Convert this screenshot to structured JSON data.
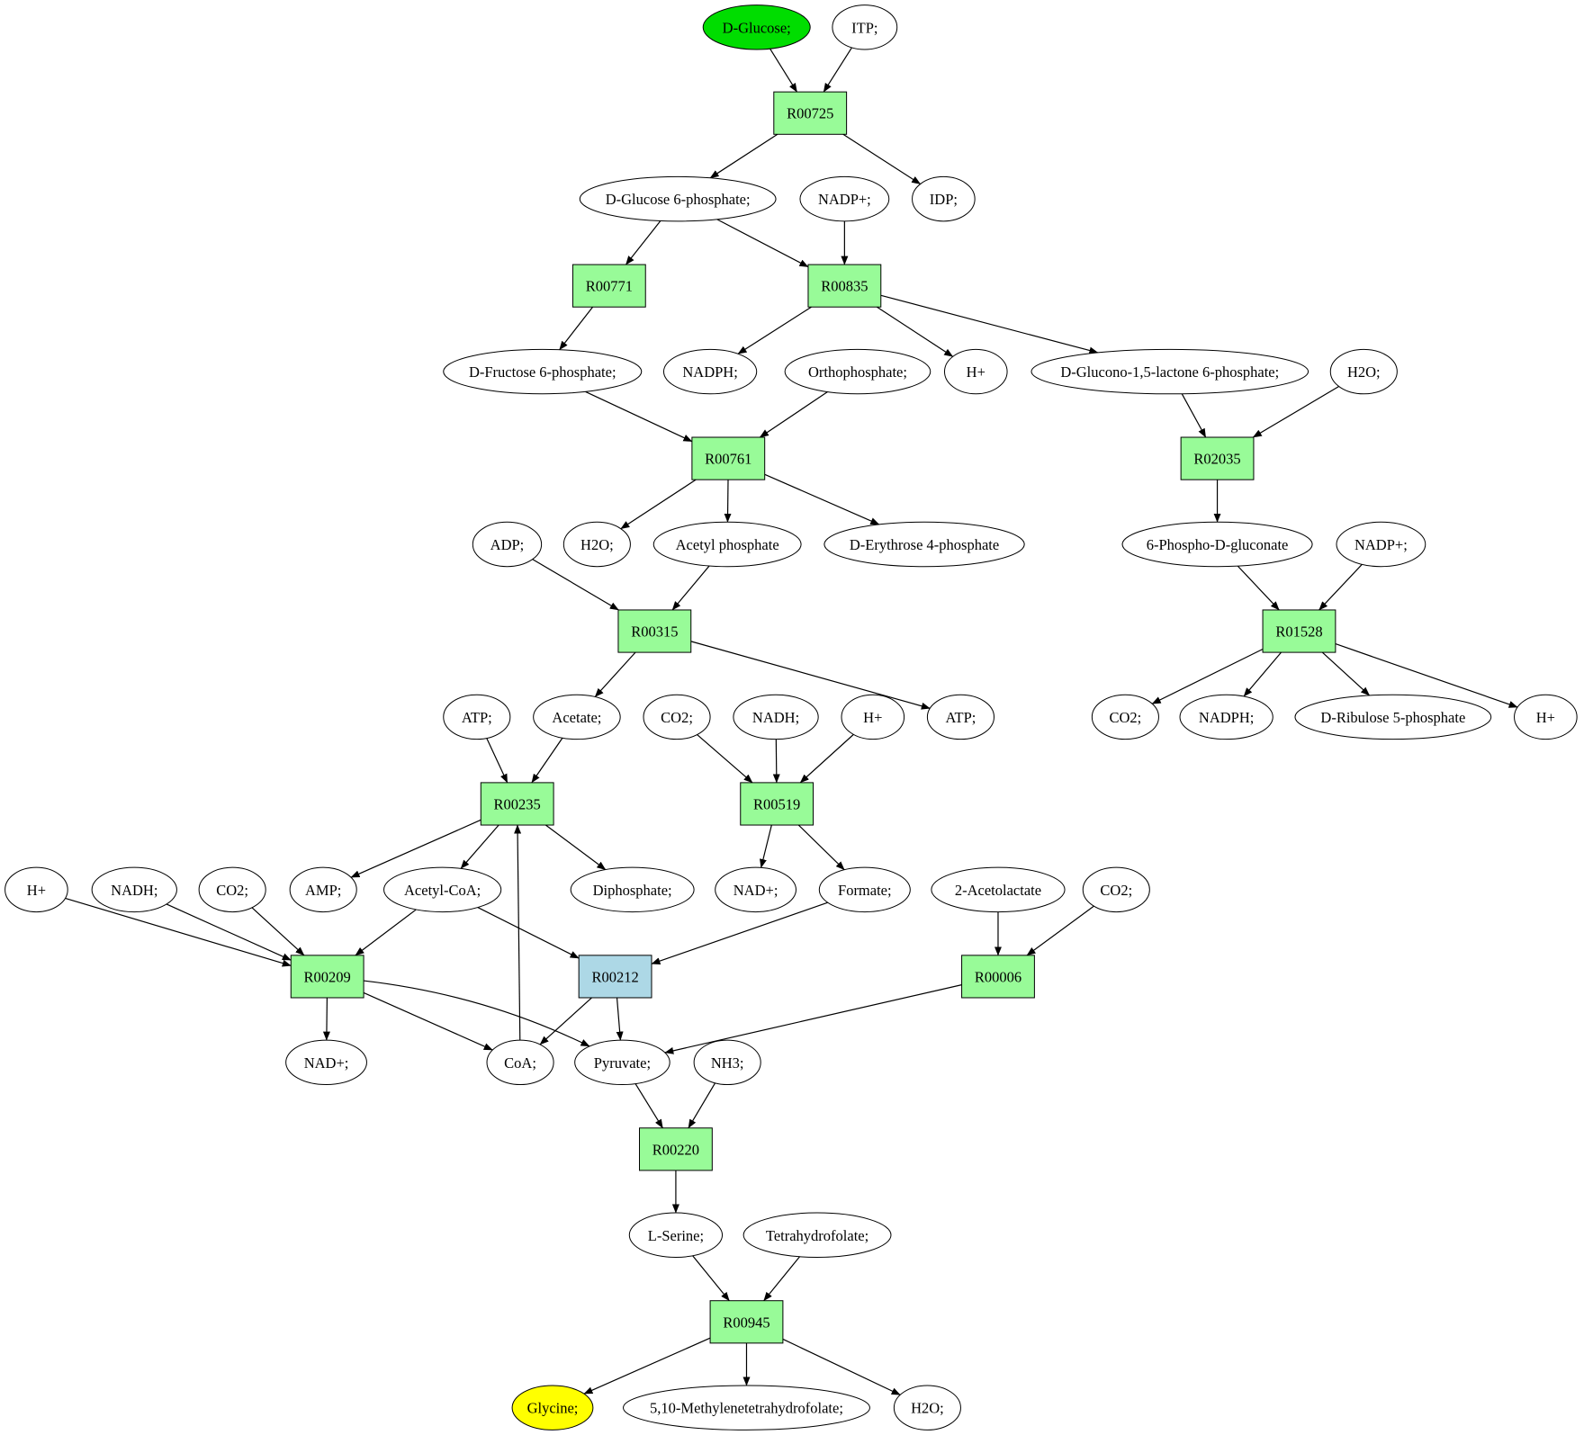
{
  "colors": {
    "reaction": "#98fb98",
    "reaction_highlight": "#add8e6",
    "source": "#00dd00",
    "target": "#ffff00",
    "compound": "#ffffff",
    "stroke": "#000000"
  },
  "nodes": [
    {
      "id": "c_dglucose",
      "label": "D-Glucose;",
      "kind": "compound",
      "role": "source"
    },
    {
      "id": "c_itp",
      "label": "ITP;",
      "kind": "compound"
    },
    {
      "id": "r_R00725",
      "label": "R00725",
      "kind": "reaction"
    },
    {
      "id": "c_g6p",
      "label": "D-Glucose 6-phosphate;",
      "kind": "compound"
    },
    {
      "id": "c_nadp1",
      "label": "NADP+;",
      "kind": "compound"
    },
    {
      "id": "c_idp",
      "label": "IDP;",
      "kind": "compound"
    },
    {
      "id": "r_R00771",
      "label": "R00771",
      "kind": "reaction"
    },
    {
      "id": "r_R00835",
      "label": "R00835",
      "kind": "reaction"
    },
    {
      "id": "c_f6p",
      "label": "D-Fructose 6-phosphate;",
      "kind": "compound"
    },
    {
      "id": "c_nadph1",
      "label": "NADPH;",
      "kind": "compound"
    },
    {
      "id": "c_ortho",
      "label": "Orthophosphate;",
      "kind": "compound"
    },
    {
      "id": "c_hplus1",
      "label": "H+",
      "kind": "compound"
    },
    {
      "id": "c_glucono",
      "label": "D-Glucono-1,5-lactone 6-phosphate;",
      "kind": "compound"
    },
    {
      "id": "c_h2o1",
      "label": "H2O;",
      "kind": "compound"
    },
    {
      "id": "r_R00761",
      "label": "R00761",
      "kind": "reaction"
    },
    {
      "id": "r_R02035",
      "label": "R02035",
      "kind": "reaction"
    },
    {
      "id": "c_adp",
      "label": "ADP;",
      "kind": "compound"
    },
    {
      "id": "c_h2o2",
      "label": "H2O;",
      "kind": "compound"
    },
    {
      "id": "c_acetylp",
      "label": "Acetyl phosphate",
      "kind": "compound"
    },
    {
      "id": "c_e4p",
      "label": "D-Erythrose 4-phosphate",
      "kind": "compound"
    },
    {
      "id": "c_6pg",
      "label": "6-Phospho-D-gluconate",
      "kind": "compound"
    },
    {
      "id": "c_nadp2",
      "label": "NADP+;",
      "kind": "compound"
    },
    {
      "id": "r_R00315",
      "label": "R00315",
      "kind": "reaction"
    },
    {
      "id": "r_R01528",
      "label": "R01528",
      "kind": "reaction"
    },
    {
      "id": "c_atp1",
      "label": "ATP;",
      "kind": "compound"
    },
    {
      "id": "c_acetate",
      "label": "Acetate;",
      "kind": "compound"
    },
    {
      "id": "c_co2a",
      "label": "CO2;",
      "kind": "compound"
    },
    {
      "id": "c_nadh1",
      "label": "NADH;",
      "kind": "compound"
    },
    {
      "id": "c_hplus2",
      "label": "H+",
      "kind": "compound"
    },
    {
      "id": "c_atp2",
      "label": "ATP;",
      "kind": "compound"
    },
    {
      "id": "c_co2b",
      "label": "CO2;",
      "kind": "compound"
    },
    {
      "id": "c_nadph2",
      "label": "NADPH;",
      "kind": "compound"
    },
    {
      "id": "c_ru5p",
      "label": "D-Ribulose 5-phosphate",
      "kind": "compound"
    },
    {
      "id": "c_hplus3",
      "label": "H+",
      "kind": "compound"
    },
    {
      "id": "r_R00235",
      "label": "R00235",
      "kind": "reaction"
    },
    {
      "id": "r_R00519",
      "label": "R00519",
      "kind": "reaction"
    },
    {
      "id": "c_hplus4",
      "label": "H+",
      "kind": "compound"
    },
    {
      "id": "c_nadh2",
      "label": "NADH;",
      "kind": "compound"
    },
    {
      "id": "c_co2c",
      "label": "CO2;",
      "kind": "compound"
    },
    {
      "id": "c_amp",
      "label": "AMP;",
      "kind": "compound"
    },
    {
      "id": "c_acetylcoa",
      "label": "Acetyl-CoA;",
      "kind": "compound"
    },
    {
      "id": "c_diphos",
      "label": "Diphosphate;",
      "kind": "compound"
    },
    {
      "id": "c_nad1",
      "label": "NAD+;",
      "kind": "compound"
    },
    {
      "id": "c_formate",
      "label": "Formate;",
      "kind": "compound"
    },
    {
      "id": "c_acetolactate",
      "label": "2-Acetolactate",
      "kind": "compound"
    },
    {
      "id": "c_co2d",
      "label": "CO2;",
      "kind": "compound"
    },
    {
      "id": "r_R00209",
      "label": "R00209",
      "kind": "reaction"
    },
    {
      "id": "r_R00212",
      "label": "R00212",
      "kind": "reaction",
      "highlight": true
    },
    {
      "id": "r_R00006",
      "label": "R00006",
      "kind": "reaction"
    },
    {
      "id": "c_nad2",
      "label": "NAD+;",
      "kind": "compound"
    },
    {
      "id": "c_coa",
      "label": "CoA;",
      "kind": "compound"
    },
    {
      "id": "c_pyruvate",
      "label": "Pyruvate;",
      "kind": "compound"
    },
    {
      "id": "c_nh3",
      "label": "NH3;",
      "kind": "compound"
    },
    {
      "id": "r_R00220",
      "label": "R00220",
      "kind": "reaction"
    },
    {
      "id": "c_serine",
      "label": "L-Serine;",
      "kind": "compound"
    },
    {
      "id": "c_thf",
      "label": "Tetrahydrofolate;",
      "kind": "compound"
    },
    {
      "id": "r_R00945",
      "label": "R00945",
      "kind": "reaction"
    },
    {
      "id": "c_glycine",
      "label": "Glycine;",
      "kind": "compound",
      "role": "target"
    },
    {
      "id": "c_methylene",
      "label": "5,10-Methylenetetrahydrofolate;",
      "kind": "compound"
    },
    {
      "id": "c_h2o3",
      "label": "H2O;",
      "kind": "compound"
    }
  ],
  "edges": [
    [
      "c_dglucose",
      "r_R00725"
    ],
    [
      "c_itp",
      "r_R00725"
    ],
    [
      "r_R00725",
      "c_g6p"
    ],
    [
      "r_R00725",
      "c_idp"
    ],
    [
      "c_g6p",
      "r_R00771"
    ],
    [
      "c_g6p",
      "r_R00835"
    ],
    [
      "c_nadp1",
      "r_R00835"
    ],
    [
      "r_R00771",
      "c_f6p"
    ],
    [
      "r_R00835",
      "c_nadph1"
    ],
    [
      "r_R00835",
      "c_hplus1"
    ],
    [
      "r_R00835",
      "c_glucono"
    ],
    [
      "c_f6p",
      "r_R00761"
    ],
    [
      "c_ortho",
      "r_R00761"
    ],
    [
      "c_glucono",
      "r_R02035"
    ],
    [
      "c_h2o1",
      "r_R02035"
    ],
    [
      "r_R00761",
      "c_h2o2"
    ],
    [
      "r_R00761",
      "c_acetylp"
    ],
    [
      "r_R00761",
      "c_e4p"
    ],
    [
      "r_R02035",
      "c_6pg"
    ],
    [
      "c_adp",
      "r_R00315"
    ],
    [
      "c_acetylp",
      "r_R00315"
    ],
    [
      "c_6pg",
      "r_R01528"
    ],
    [
      "c_nadp2",
      "r_R01528"
    ],
    [
      "r_R00315",
      "c_acetate"
    ],
    [
      "r_R00315",
      "c_atp2"
    ],
    [
      "r_R01528",
      "c_co2b"
    ],
    [
      "r_R01528",
      "c_nadph2"
    ],
    [
      "r_R01528",
      "c_ru5p"
    ],
    [
      "r_R01528",
      "c_hplus3"
    ],
    [
      "c_atp1",
      "r_R00235"
    ],
    [
      "c_acetate",
      "r_R00235"
    ],
    [
      "c_coa",
      "r_R00235"
    ],
    [
      "c_co2a",
      "r_R00519"
    ],
    [
      "c_nadh1",
      "r_R00519"
    ],
    [
      "c_hplus2",
      "r_R00519"
    ],
    [
      "r_R00235",
      "c_amp"
    ],
    [
      "r_R00235",
      "c_acetylcoa"
    ],
    [
      "r_R00235",
      "c_diphos"
    ],
    [
      "r_R00519",
      "c_nad1"
    ],
    [
      "r_R00519",
      "c_formate"
    ],
    [
      "c_hplus4",
      "r_R00209"
    ],
    [
      "c_nadh2",
      "r_R00209"
    ],
    [
      "c_co2c",
      "r_R00209"
    ],
    [
      "c_acetylcoa",
      "r_R00209"
    ],
    [
      "c_acetylcoa",
      "r_R00212"
    ],
    [
      "c_formate",
      "r_R00212"
    ],
    [
      "c_acetolactate",
      "r_R00006"
    ],
    [
      "c_co2d",
      "r_R00006"
    ],
    [
      "r_R00209",
      "c_nad2"
    ],
    [
      "r_R00209",
      "c_coa"
    ],
    [
      "r_R00209",
      "c_pyruvate"
    ],
    [
      "r_R00212",
      "c_coa"
    ],
    [
      "r_R00212",
      "c_pyruvate"
    ],
    [
      "r_R00006",
      "c_pyruvate"
    ],
    [
      "c_pyruvate",
      "r_R00220"
    ],
    [
      "c_nh3",
      "r_R00220"
    ],
    [
      "r_R00220",
      "c_serine"
    ],
    [
      "c_serine",
      "r_R00945"
    ],
    [
      "c_thf",
      "r_R00945"
    ],
    [
      "r_R00945",
      "c_glycine"
    ],
    [
      "r_R00945",
      "c_methylene"
    ],
    [
      "r_R00945",
      "c_h2o3"
    ]
  ]
}
